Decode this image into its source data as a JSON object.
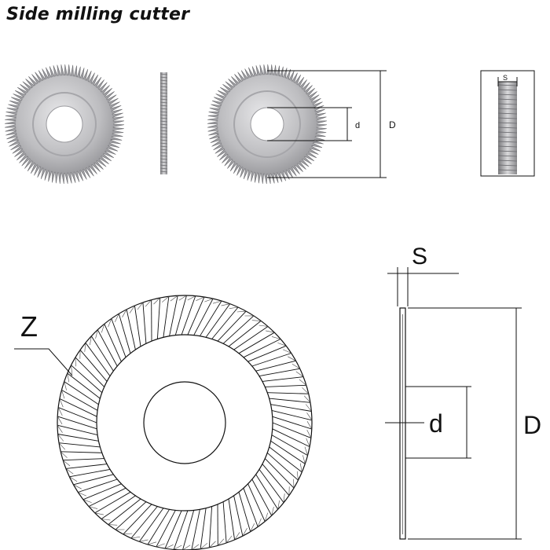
{
  "title": "Side milling cutter",
  "labels": {
    "small_d": "d",
    "small_D": "D",
    "small_s": "S",
    "big_z": "Z",
    "big_s": "S",
    "big_d": "d",
    "big_D": "D"
  },
  "teeth": {
    "photo": 96,
    "drawing": 90
  },
  "colors": {
    "metal": "#b9b9bb",
    "line": "#111111",
    "shadow": "#6f6f72"
  }
}
